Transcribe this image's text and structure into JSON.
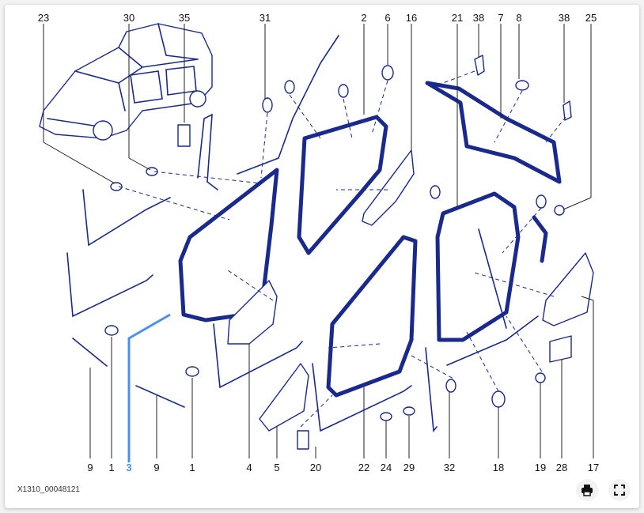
{
  "diagram": {
    "reference_code": "X1310_00048121",
    "highlighted_label": "3",
    "top_labels": [
      "23",
      "30",
      "35",
      "31",
      "2",
      "6",
      "16",
      "21",
      "38",
      "7",
      "8",
      "38",
      "25"
    ],
    "bottom_labels": [
      "9",
      "1",
      "3",
      "9",
      "1",
      "4",
      "5",
      "20",
      "22",
      "24",
      "29",
      "32",
      "18",
      "19",
      "28",
      "17"
    ],
    "colors": {
      "line": "#1a2a8c",
      "highlight": "#4a90f0"
    }
  },
  "toolbar": {
    "print_icon": "printer-icon",
    "fullscreen_icon": "fullscreen-icon"
  }
}
